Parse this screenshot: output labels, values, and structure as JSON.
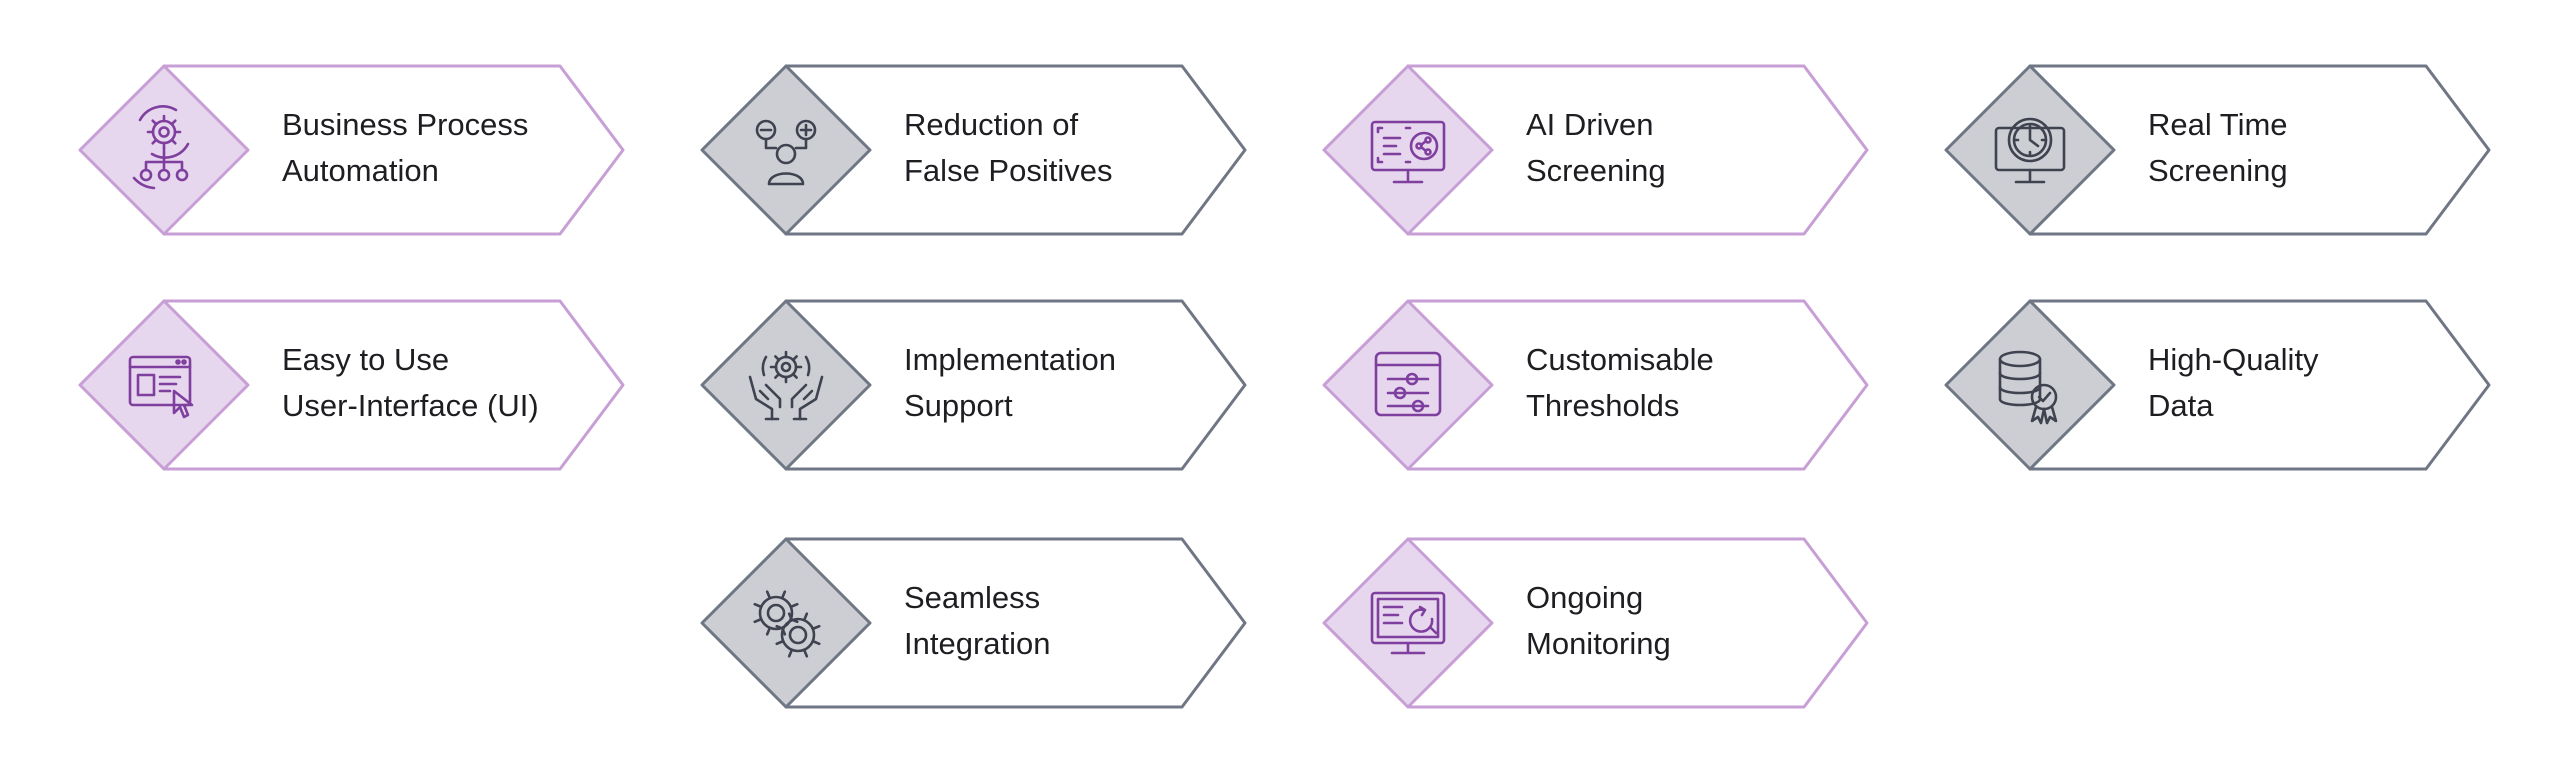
{
  "theme": {
    "purple_stroke": "#c79fd6",
    "purple_fill": "#e7d7ee",
    "purple_icon": "#7e3f9e",
    "gray_stroke": "#6f7684",
    "gray_fill": "#ccced3",
    "gray_icon": "#3f4350",
    "text": "#1e1e22"
  },
  "features": [
    {
      "lines": [
        "Business Process",
        "Automation"
      ],
      "icon": "process-automation-icon",
      "color": "purple"
    },
    {
      "lines": [
        "Reduction of",
        "False Positives"
      ],
      "icon": "person-plus-minus-icon",
      "color": "gray"
    },
    {
      "lines": [
        "AI Driven",
        "Screening"
      ],
      "icon": "ai-monitor-icon",
      "color": "purple"
    },
    {
      "lines": [
        "Real Time",
        "Screening"
      ],
      "icon": "clock-monitor-icon",
      "color": "gray"
    },
    {
      "lines": [
        "Easy to Use",
        "User-Interface (UI)"
      ],
      "icon": "ui-window-pointer-icon",
      "color": "purple"
    },
    {
      "lines": [
        "Implementation",
        "Support"
      ],
      "icon": "hands-gear-icon",
      "color": "gray"
    },
    {
      "lines": [
        "Customisable",
        "Thresholds"
      ],
      "icon": "sliders-icon",
      "color": "purple"
    },
    {
      "lines": [
        "High-Quality",
        "Data"
      ],
      "icon": "database-badge-icon",
      "color": "gray"
    },
    {
      "lines": [
        "Seamless",
        "Integration"
      ],
      "icon": "interlocking-gears-icon",
      "color": "gray"
    },
    {
      "lines": [
        "Ongoing",
        "Monitoring"
      ],
      "icon": "monitor-refresh-icon",
      "color": "purple"
    }
  ]
}
